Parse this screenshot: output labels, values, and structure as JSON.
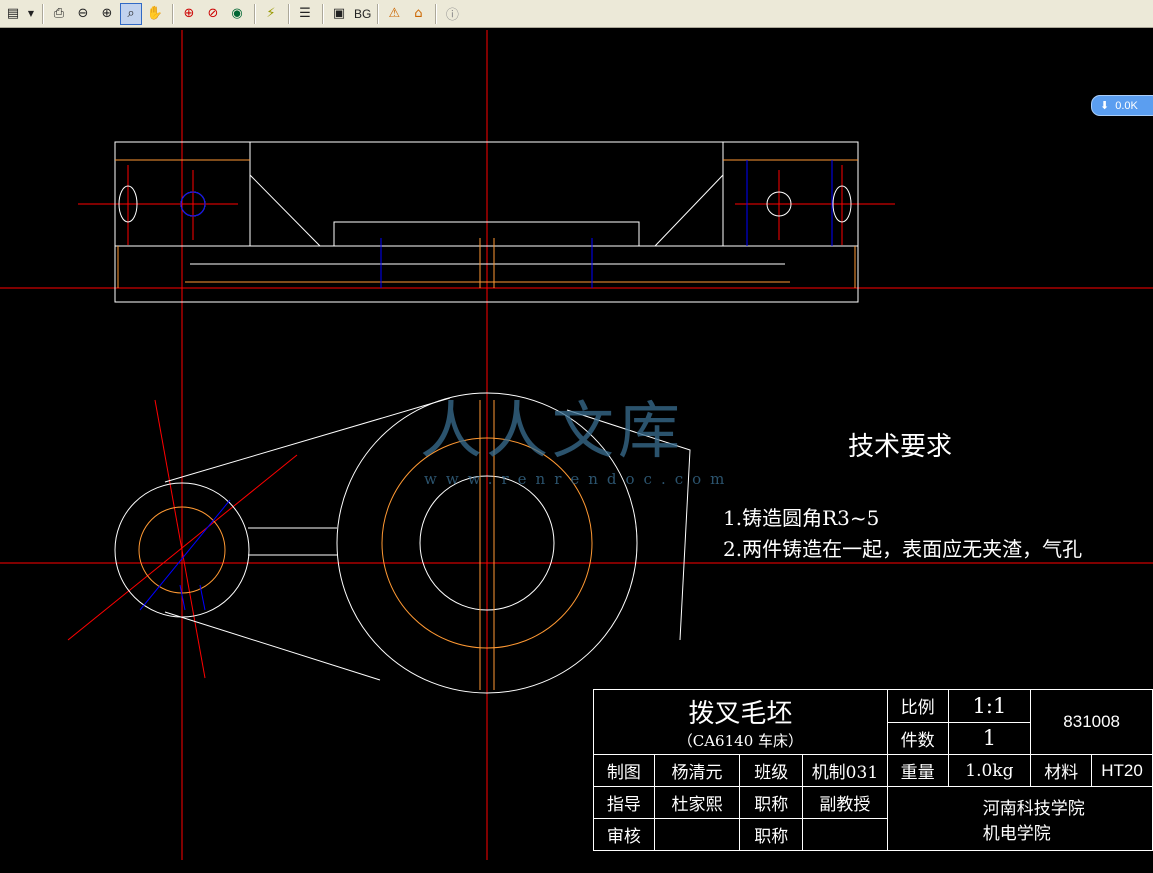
{
  "toolbar": {
    "bg_label": "BG",
    "buttons": [
      "open-icon",
      "print-icon",
      "zoom-out-icon",
      "zoom-in-icon",
      "zoom-window-icon",
      "pan-icon",
      "zoom-extents-icon",
      "zoom-previous-icon",
      "layers-eye-icon",
      "regen-icon",
      "layer-list-icon",
      "display-icon",
      "background-icon",
      "markup-icon",
      "home-icon",
      "info-icon"
    ]
  },
  "download_badge": "0.0K",
  "watermark": {
    "text": "人人文库",
    "url": "www.renrendoc.com"
  },
  "tech_requirements": {
    "heading": "技术要求",
    "item1": "1.铸造圆角R3~5",
    "item2": "2.两件铸造在一起，表面应无夹渣，气孔"
  },
  "title_block": {
    "part_name": "拨叉毛坯",
    "machine": "（CA6140 车床）",
    "scale_label": "比例",
    "scale_value": "1:1",
    "qty_label": "件数",
    "qty_value": "1",
    "drawing_no": "831008",
    "drawn_label": "制图",
    "drawn_name": "杨清元",
    "class_label": "班级",
    "class_value": "机制031",
    "weight_label": "重量",
    "weight_value": "1.0kg",
    "material_label": "材料",
    "material_value": "HT20",
    "guide_label": "指导",
    "guide_name": "杜家熙",
    "title_label": "职称",
    "title_value": "副教授",
    "review_label": "审核",
    "title_label2": "职称",
    "school": "河南科技学院",
    "college": "机电学院"
  },
  "colors": {
    "centerline": "#ff0000",
    "outline": "#ffffff",
    "hidden": "#ff9933",
    "dimension": "#0000ff",
    "watermark": "#3a6f92"
  }
}
